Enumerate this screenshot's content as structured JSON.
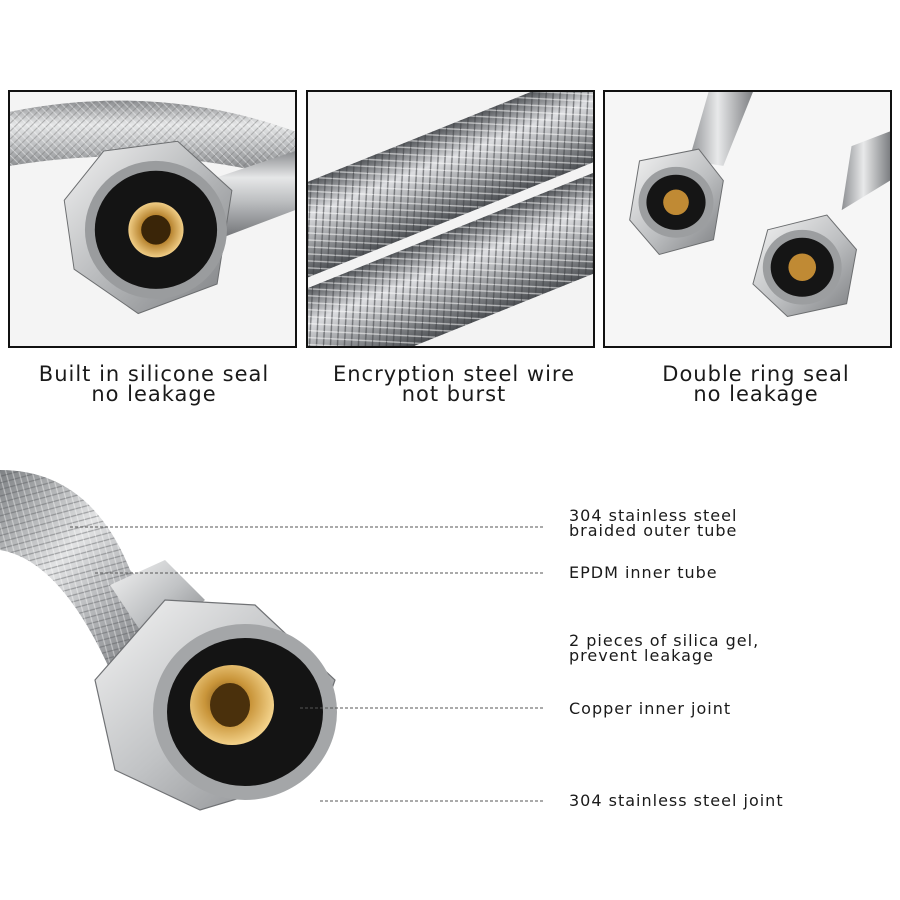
{
  "features": [
    {
      "line1": "Built in silicone seal",
      "line2": "no leakage"
    },
    {
      "line1": "Encryption steel wire",
      "line2": "not burst"
    },
    {
      "line1": "Double ring seal",
      "line2": "no leakage"
    }
  ],
  "callouts": [
    {
      "line1": "304 stainless steel",
      "line2": "braided outer tube"
    },
    {
      "line1": "EPDM inner tube"
    },
    {
      "line1": "2 pieces of silica gel,",
      "line2": "prevent leakage"
    },
    {
      "line1": "Copper inner joint"
    },
    {
      "line1": "304 stainless steel joint"
    }
  ],
  "colors": {
    "steel": "#c9cbcd",
    "brass": "#c9953a",
    "seal": "#141414",
    "text": "#1a1a1a"
  }
}
